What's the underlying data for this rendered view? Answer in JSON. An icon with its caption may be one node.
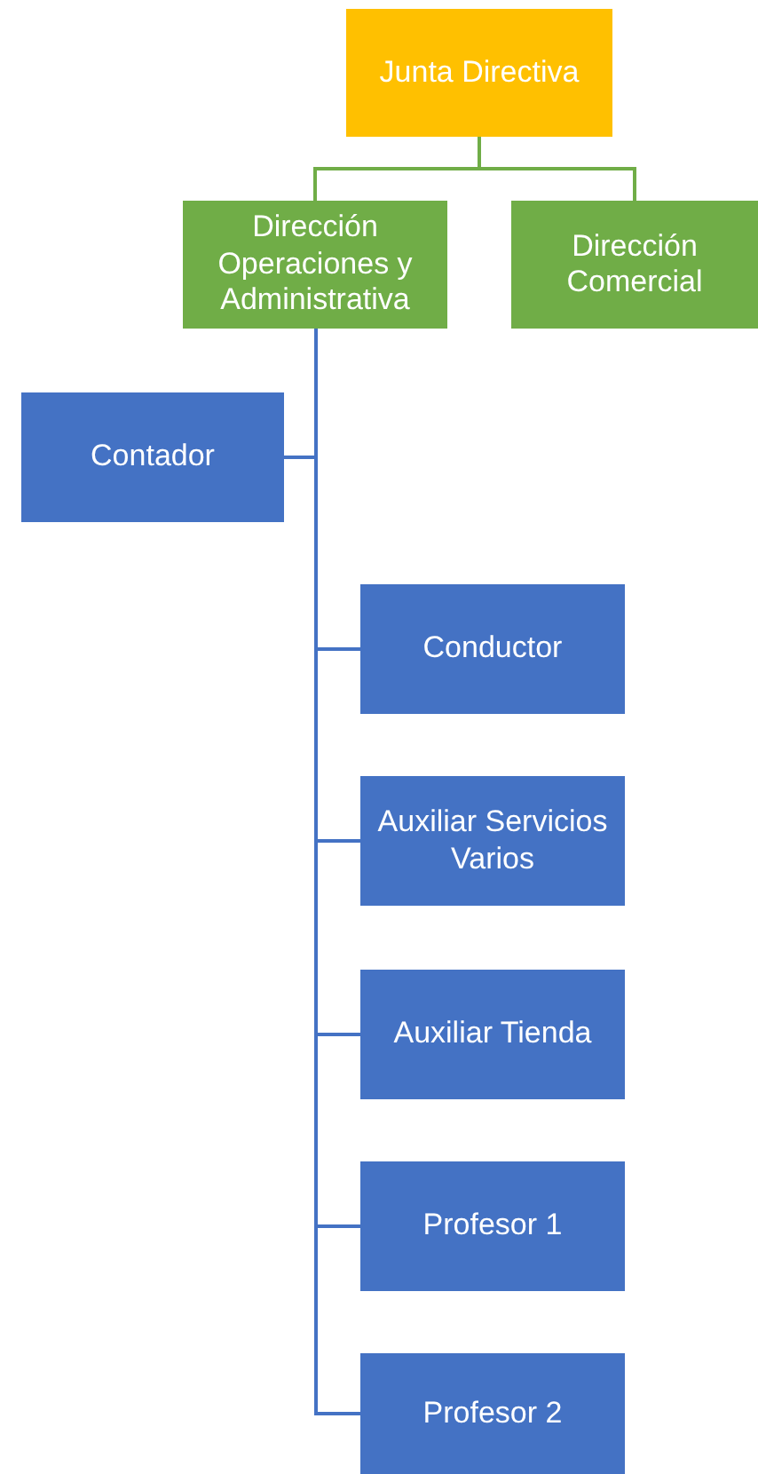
{
  "diagram": {
    "nodes": [
      {
        "text": [
          "Junta Directiva"
        ]
      },
      {
        "text": [
          "Dirección Operaciones y Administrativa"
        ]
      },
      {
        "text": [
          "Dirección Comercial"
        ]
      },
      {
        "text": [
          "Contador"
        ]
      },
      {
        "text": [
          "Conductor"
        ]
      },
      {
        "text": [
          "Auxiliar Servicios Varios"
        ]
      },
      {
        "text": [
          "Auxiliar Tienda"
        ]
      },
      {
        "text": [
          "Profesor 1"
        ]
      },
      {
        "text": [
          "Profesor 2"
        ]
      }
    ],
    "edges": [
      {
        "from": 0,
        "to": 1,
        "arrow": "none",
        "color": "#70ad47"
      },
      {
        "from": 0,
        "to": 2,
        "arrow": "none",
        "color": "#70ad47"
      },
      {
        "from": 1,
        "to": 3,
        "arrow": "none"
      },
      {
        "from": 1,
        "to": 4,
        "arrow": "none"
      },
      {
        "from": 1,
        "to": 5,
        "arrow": "none"
      },
      {
        "from": 1,
        "to": 6,
        "arrow": "none"
      },
      {
        "from": 1,
        "to": 7,
        "arrow": "none"
      },
      {
        "from": 1,
        "to": 8,
        "arrow": "none"
      }
    ]
  }
}
